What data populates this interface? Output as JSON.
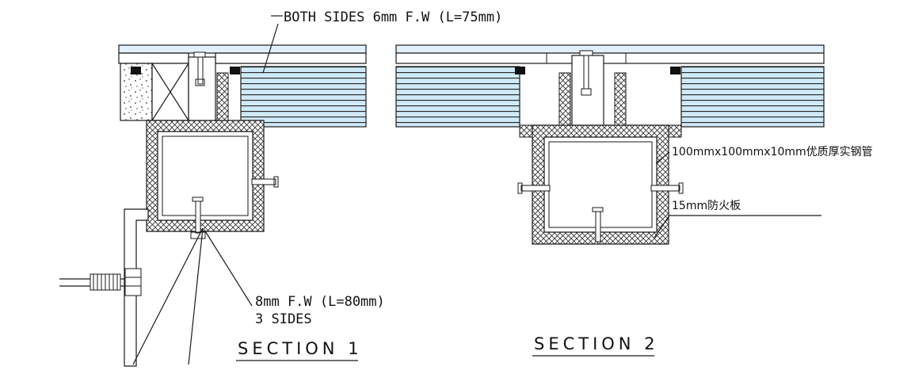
{
  "colors": {
    "line": "#1a1a1a",
    "panel_blue": "#cfe9f7",
    "top_strip_blue": "#dff0fa",
    "background": "#ffffff"
  },
  "annotations": {
    "top_weld": "BOTH SIDES 6mm F.W (L=75mm)",
    "bottom_weld_line1": "8mm F.W (L=80mm)",
    "bottom_weld_line2": "3 SIDES",
    "steel_tube": "100mmx100mmx10mm优质厚实钢管",
    "fireproof_board": "15mm防火板"
  },
  "section_labels": {
    "section1": "SECTION 1",
    "section2": "SECTION 2"
  }
}
